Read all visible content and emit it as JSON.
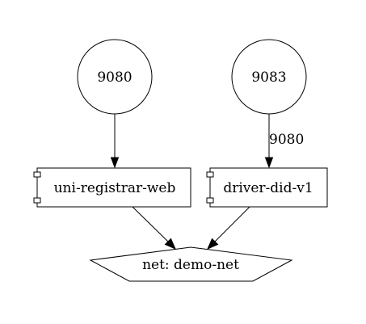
{
  "nodes": {
    "port_9080": {
      "label": "9080"
    },
    "port_9083": {
      "label": "9083"
    },
    "uni_registrar_web": {
      "label": "uni-registrar-web"
    },
    "driver_did_v1": {
      "label": "driver-did-v1"
    },
    "network": {
      "label": "net: demo-net"
    }
  },
  "edges": {
    "port_9083_to_driver": {
      "label": "9080"
    }
  }
}
